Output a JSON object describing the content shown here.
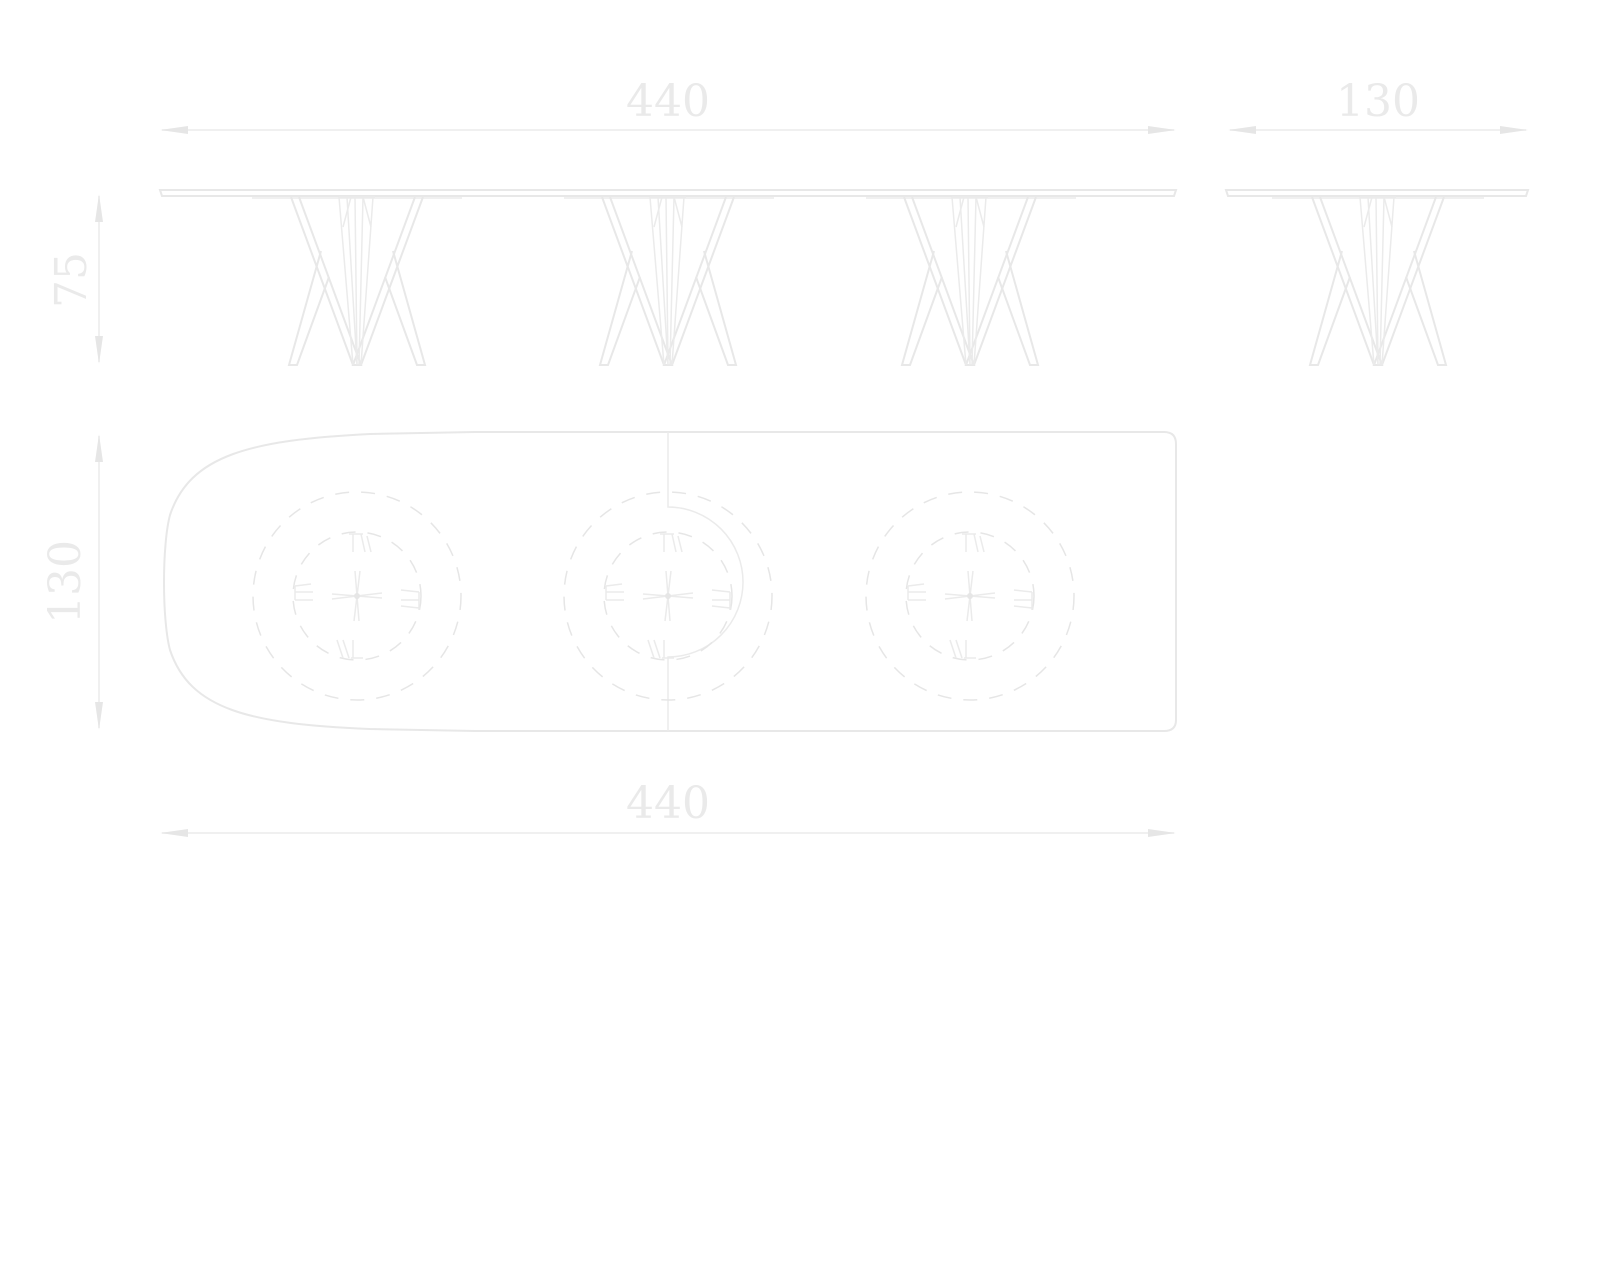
{
  "dimensions": {
    "front_width": "440",
    "side_depth": "130",
    "height": "75",
    "plan_depth": "130",
    "plan_width": "440"
  },
  "colors": {
    "line": "#e8e8e8",
    "background": "#ffffff"
  }
}
